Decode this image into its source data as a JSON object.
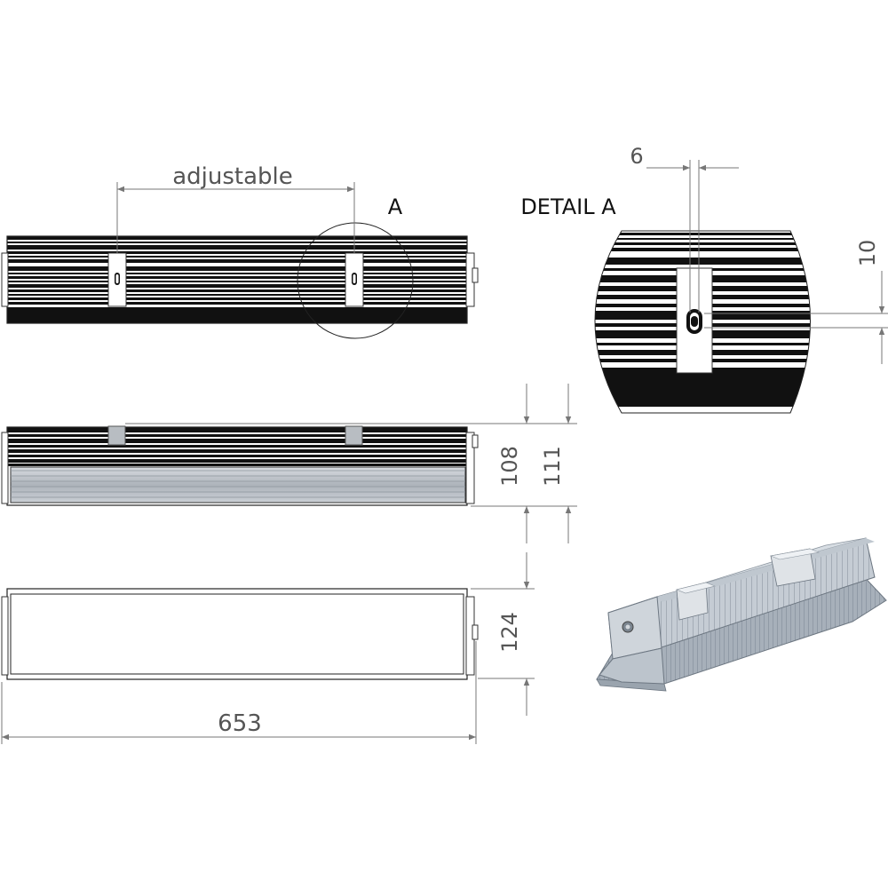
{
  "labels": {
    "adjustable": "adjustable",
    "section_a": "A",
    "detail_a": "DETAIL  A"
  },
  "dimensions": {
    "slot_width": "6",
    "slot_height": "10",
    "height_a": "108",
    "height_b": "111",
    "width": "124",
    "length": "653"
  },
  "colors": {
    "stripe_dark": "#111111",
    "stripe_light": "#ffffff",
    "housing_gray": "#b9c0c8",
    "dim_line": "#777777"
  }
}
